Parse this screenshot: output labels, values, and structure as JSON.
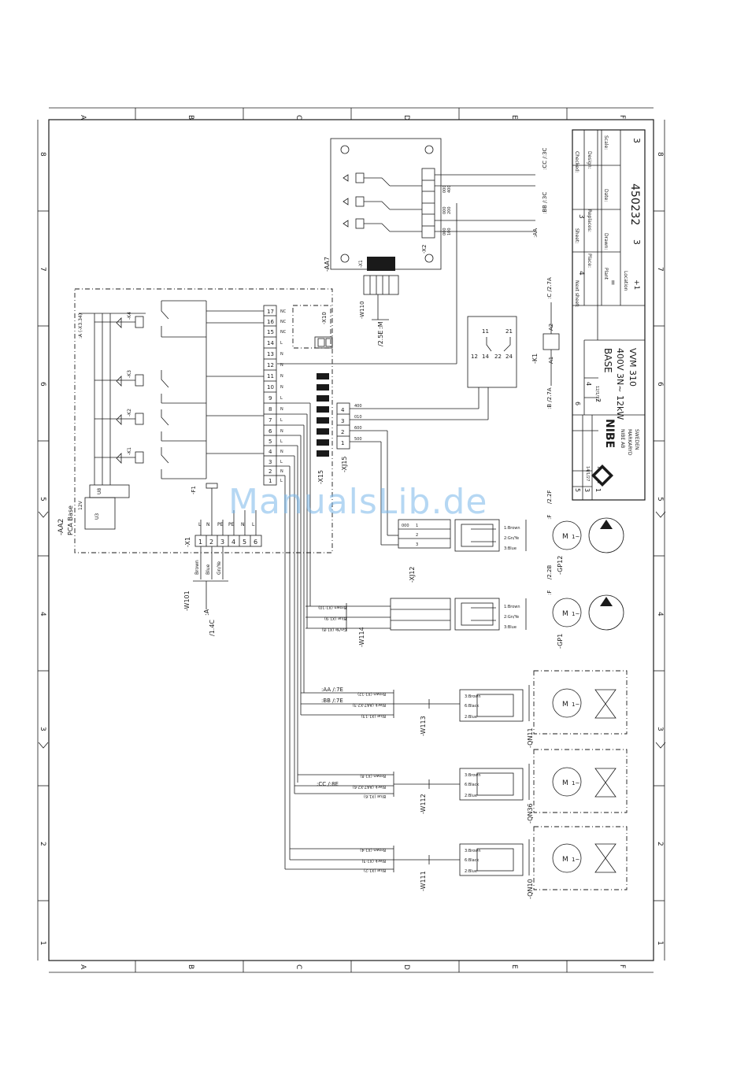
{
  "grid": {
    "columns": [
      "A",
      "B",
      "C",
      "D",
      "E",
      "F"
    ],
    "rows": [
      "8",
      "7",
      "6",
      "5",
      "4",
      "3",
      "2",
      "1"
    ]
  },
  "title_block": {
    "company": "NIBE",
    "company_lines": [
      "NIBE AB",
      "MARKARYD",
      "SWEDEN"
    ],
    "title": "BASE",
    "subtitle": "400V 3N~ 12kW",
    "product": "VVM 310",
    "drawing_no": "450232",
    "sheet": "3",
    "next_sheet": "4",
    "replaces": "3",
    "page_count": "3",
    "plant": "=",
    "location": "+1",
    "field_labels": [
      "Checked:",
      "Design:",
      "Scale:",
      "Date:",
      "Sheet:",
      "Replaces:",
      "Place:",
      "Drawn:",
      "Next sheet:",
      "Plant",
      "Location"
    ],
    "revisions": [
      {
        "rev": "6",
        "date": ""
      },
      {
        "rev": "4",
        "date": ""
      },
      {
        "rev": "2",
        "date": "12/1/77"
      },
      {
        "rev": "5",
        "date": ""
      },
      {
        "rev": "3",
        "date": "14/1/27"
      },
      {
        "rev": "1",
        "date": "12/05/11"
      }
    ]
  },
  "components": {
    "aa2": {
      "id": "-AA2",
      "name": "PCA Base",
      "supply": "12V",
      "u3": "U3",
      "u8": "U8"
    },
    "aa7": {
      "id": "-AA7"
    },
    "x1": {
      "id": "-X1",
      "terminals": [
        "1",
        "2",
        "3",
        "4",
        "5",
        "6"
      ],
      "signals": [
        "L",
        "N",
        "PE",
        "PE",
        "N",
        "L"
      ]
    },
    "x15": {
      "id": "-X15"
    },
    "x15_upper": {
      "id": "-X10"
    },
    "xj15": {
      "id": "-XJ15"
    },
    "xj12": {
      "id": "-XJ12"
    },
    "x2": {
      "id": "-X2"
    },
    "k1": {
      "id": "-K1",
      "pins": [
        "A1",
        "A2",
        "11",
        "12",
        "14",
        "21",
        "22",
        "24"
      ]
    },
    "f1": {
      "id": "-F1"
    },
    "relays": [
      "-K1",
      "-K2",
      "-K3",
      "-K4"
    ],
    "pumps": [
      {
        "id": "-GP12",
        "ref": ":F",
        "xref": "/2.2F"
      },
      {
        "id": "-GP1",
        "ref": ":F",
        "xref": "/2.2B"
      }
    ],
    "valves": [
      {
        "id": "-QN11",
        "cable": "-W113"
      },
      {
        "id": "-QN36",
        "cable": "-W112"
      },
      {
        "id": "-QN10",
        "cable": "-W111"
      }
    ],
    "cables": [
      "-W101",
      "-W114",
      "-W110"
    ],
    "x10_block": [
      "17",
      "16",
      "15",
      "14",
      "13",
      "12",
      "11",
      "10",
      "9",
      "8",
      "7",
      "6",
      "5",
      "4",
      "3",
      "2",
      "1"
    ],
    "x10_labels": [
      "NC",
      "NC",
      "NC",
      "L",
      "N",
      "N",
      "N",
      "N",
      "L",
      "N",
      "L",
      "N",
      "L",
      "N",
      "L",
      "N",
      "L"
    ]
  },
  "xrefs": {
    "aa7_cc": ":CC /:3C",
    "aa7_bb": ":BB /:3C",
    "aa7_aa": ":AA",
    "w110": "/2.5E",
    "w110_ref": ":M",
    "k1_top": ":C /2.7A",
    "k1_bot": ":B /2.7A",
    "w101": "/1.4C",
    "w101_ref": ":A",
    "relay_ref": ":A (-X3.34)",
    "qn11": [
      ":AA /:7E",
      ":BB /:7E"
    ],
    "qn36": ":CC /:8E"
  },
  "wire_labels": {
    "x1_colors": [
      "Brown",
      "Blue",
      "Gn/Ye"
    ],
    "motor": [
      "1:Brown",
      "2:Gn/Ye",
      "3:Blue"
    ],
    "valve": [
      "3:Brown",
      "6:Black",
      "2:Blue"
    ],
    "aa7_wires": [
      "000",
      "400",
      "000",
      "200",
      "000",
      "100"
    ],
    "xj15_wires": [
      "400",
      "010",
      "600",
      "500"
    ],
    "w113_labels": [
      "Brown (X1:12)",
      "Black (AA7-X2:3)",
      "Blue (X1:13)"
    ],
    "w112_labels": [
      "Brown (X1:8)",
      "Black (AA7-X2:6)",
      "Blue (X1:6)"
    ],
    "w111_labels": [
      "Brown (X1:4)",
      "Black (X1:3)",
      "Blue (X1:2)"
    ],
    "w114_labels": [
      "Brown (X1:10)",
      "Blue (X1:9)",
      "Gn/Ye (X1:8)"
    ],
    "xj12_labels": [
      "000",
      "1",
      "2",
      "3"
    ],
    "motor_label": "M",
    "motor_phase": "1~"
  },
  "watermark": "ManualsLib.de"
}
